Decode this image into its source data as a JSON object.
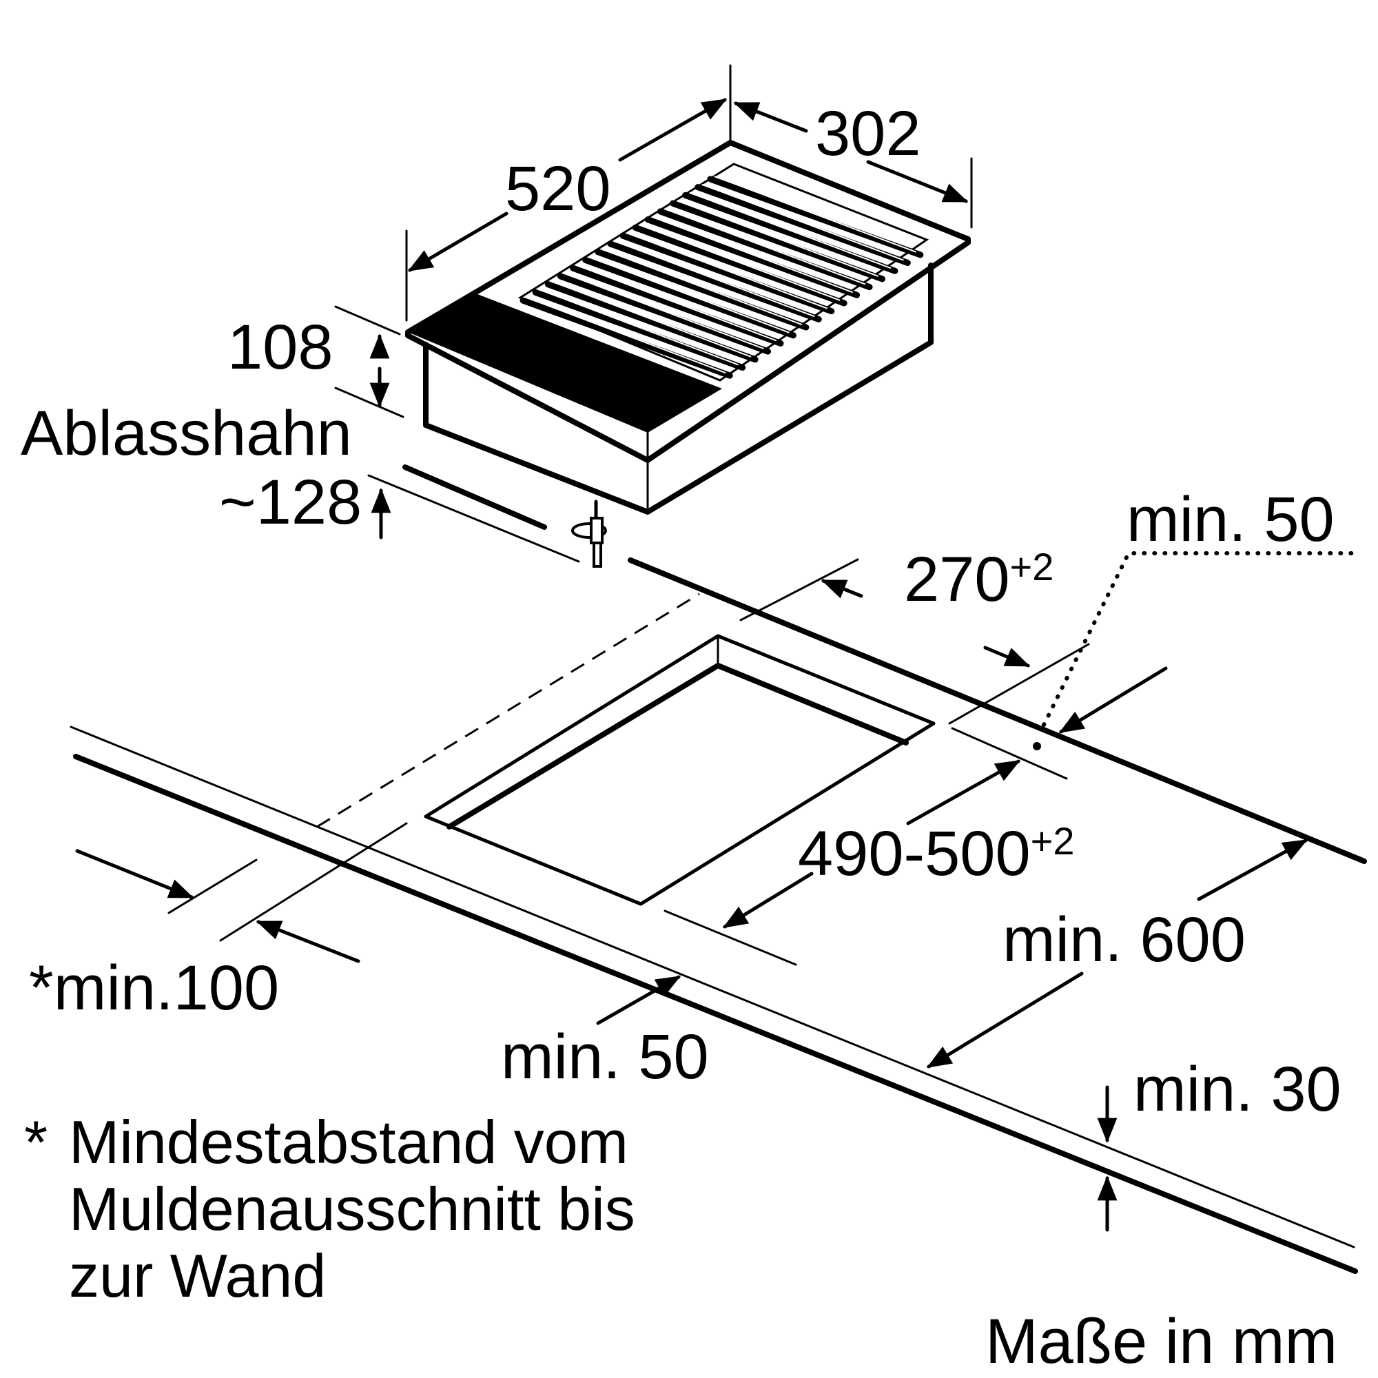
{
  "dimensions": {
    "width_depth": "520",
    "width_front": "302",
    "height": "108",
    "drain_label": "Ablasshahn",
    "drain_height": "~128",
    "cutout_width": "270",
    "cutout_width_tol": "+2",
    "cutout_depth": "490-500",
    "cutout_depth_tol": "+2",
    "rear_clearance": "min. 50",
    "side_clearance": "*min.100",
    "front_clearance": "min. 50",
    "worktop_depth": "min. 600",
    "worktop_thickness": "min. 30"
  },
  "footnote": {
    "marker": "*",
    "lines": [
      "Mindestabstand vom",
      "Muldenausschnitt bis",
      "zur Wand"
    ]
  },
  "units_note": "Maße in mm"
}
